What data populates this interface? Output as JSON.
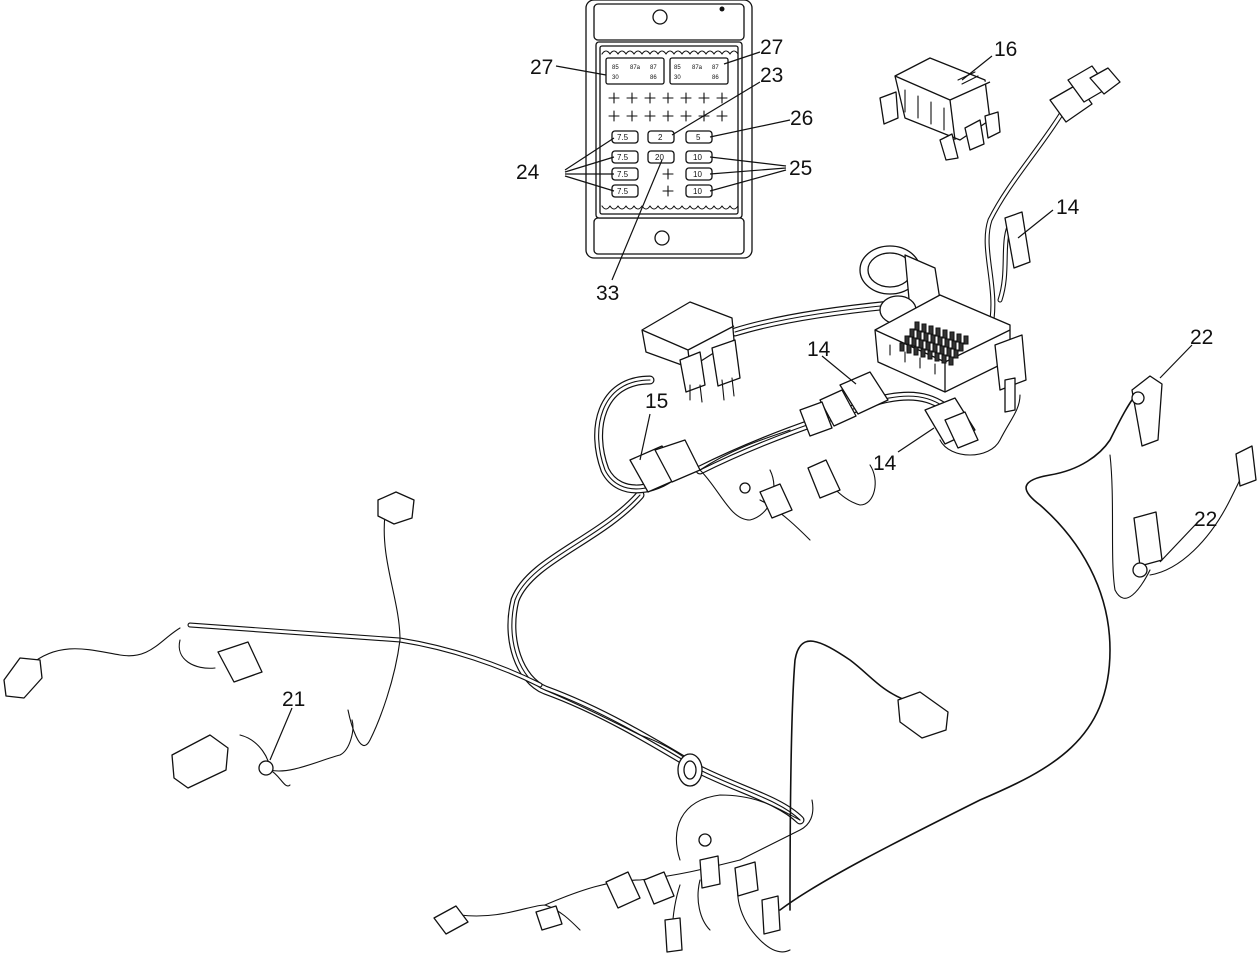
{
  "callouts": [
    {
      "id": "c27a",
      "label": "27"
    },
    {
      "id": "c27b",
      "label": "27"
    },
    {
      "id": "c23",
      "label": "23"
    },
    {
      "id": "c26",
      "label": "26"
    },
    {
      "id": "c24",
      "label": "24"
    },
    {
      "id": "c25",
      "label": "25"
    },
    {
      "id": "c33",
      "label": "33"
    },
    {
      "id": "c16",
      "label": "16"
    },
    {
      "id": "c14a",
      "label": "14"
    },
    {
      "id": "c14b",
      "label": "14"
    },
    {
      "id": "c14c",
      "label": "14"
    },
    {
      "id": "c15",
      "label": "15"
    },
    {
      "id": "c22a",
      "label": "22"
    },
    {
      "id": "c22b",
      "label": "22"
    },
    {
      "id": "c21",
      "label": "21"
    }
  ],
  "fuse_box": {
    "relays": [
      {
        "pins": [
          "85",
          "87a",
          "87",
          "30",
          "86"
        ]
      },
      {
        "pins": [
          "85",
          "87a",
          "87",
          "30",
          "86"
        ]
      }
    ],
    "fuse_rows": [
      [
        "7.5",
        "2",
        "5"
      ],
      [
        "7.5",
        "20",
        "10"
      ],
      [
        "7.5",
        "",
        "10"
      ],
      [
        "7.5",
        "",
        "10"
      ]
    ]
  },
  "colors": {
    "line": "#111111",
    "background": "#ffffff"
  }
}
